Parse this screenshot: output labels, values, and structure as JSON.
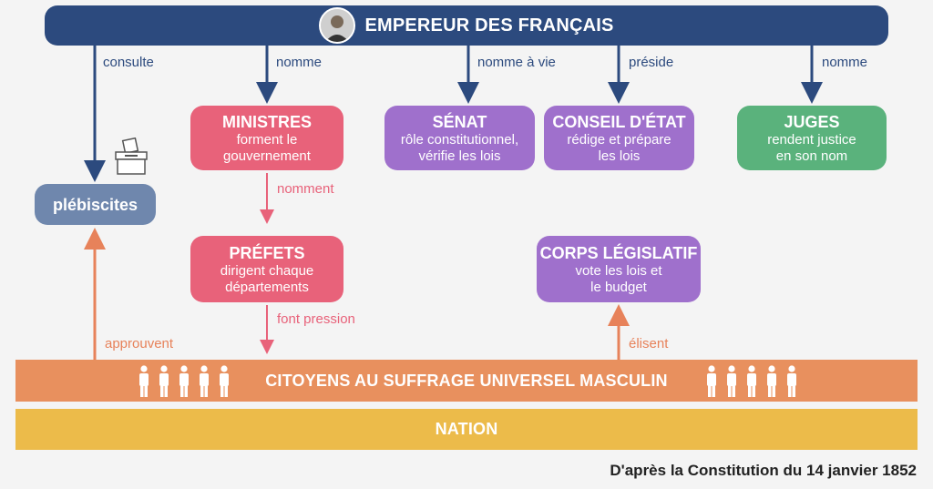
{
  "emperor": {
    "title": "EMPEREUR DES FRANÇAIS",
    "avatar_icon": "portrait"
  },
  "labels": {
    "consulte": "consulte",
    "nomme_ministres": "nomme",
    "nomme_a_vie": "nomme à vie",
    "preside": "préside",
    "nomme_juges": "nomme",
    "nomment": "nomment",
    "font_pression": "font pression",
    "approuvent": "approuvent",
    "elisent": "élisent"
  },
  "boxes": {
    "ministres": {
      "title": "MINISTRES",
      "desc": "forment le\ngouvernement"
    },
    "senat": {
      "title": "SÉNAT",
      "desc": "rôle constitutionnel,\nvérifie les lois"
    },
    "conseil": {
      "title": "CONSEIL D'ÉTAT",
      "desc": "rédige et prépare\nles lois"
    },
    "juges": {
      "title": "JUGES",
      "desc": "rendent justice\nen son nom"
    },
    "plebiscites": {
      "title": "plébiscites"
    },
    "prefets": {
      "title": "PRÉFETS",
      "desc": "dirigent chaque\ndépartements"
    },
    "corps": {
      "title": "CORPS LÉGISLATIF",
      "desc": "vote les lois et\nle budget"
    }
  },
  "citizens": {
    "title": "CITOYENS AU SUFFRAGE UNIVERSEL MASCULIN",
    "icon": "person-icon"
  },
  "nation": {
    "title": "NATION"
  },
  "source": "D'après la Constitution du 14 janvier 1852",
  "colors": {
    "navy": "#2c4a7e",
    "pink": "#e8627a",
    "purple": "#9f70cc",
    "green": "#5ab27c",
    "slate": "#6f87ad",
    "orange": "#e8905e",
    "yellow": "#ecbb4a"
  }
}
